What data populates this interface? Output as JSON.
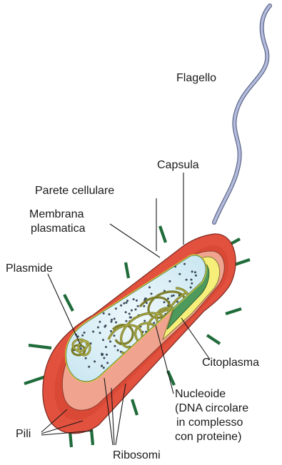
{
  "labels": {
    "flagellum": "Flagello",
    "capsule": "Capsula",
    "cell_wall": "Parete cellulare",
    "membrane_line1": "Membrana",
    "membrane_line2": "plasmatica",
    "plasmid": "Plasmide",
    "cytoplasm": "Citoplasma",
    "nucleoid_line1": "Nucleoide",
    "nucleoid_line2": "(DNA circolare",
    "nucleoid_line3": "in complesso",
    "nucleoid_line4": "con proteine)",
    "pili": "Pili",
    "ribosomes": "Ribosomi"
  },
  "colors": {
    "capsule": "#e2503e",
    "capsule_dark": "#c63a2a",
    "cell_wall": "#f0a48f",
    "membrane_yellow": "#f6ef7a",
    "membrane_green": "#4e9a5c",
    "cytoplasm": "#d6eef6",
    "dna": "#8a8a2a",
    "pili": "#1f6b3a",
    "flagellum": "#aab4d6",
    "ribosome": "#3a4a5a"
  }
}
